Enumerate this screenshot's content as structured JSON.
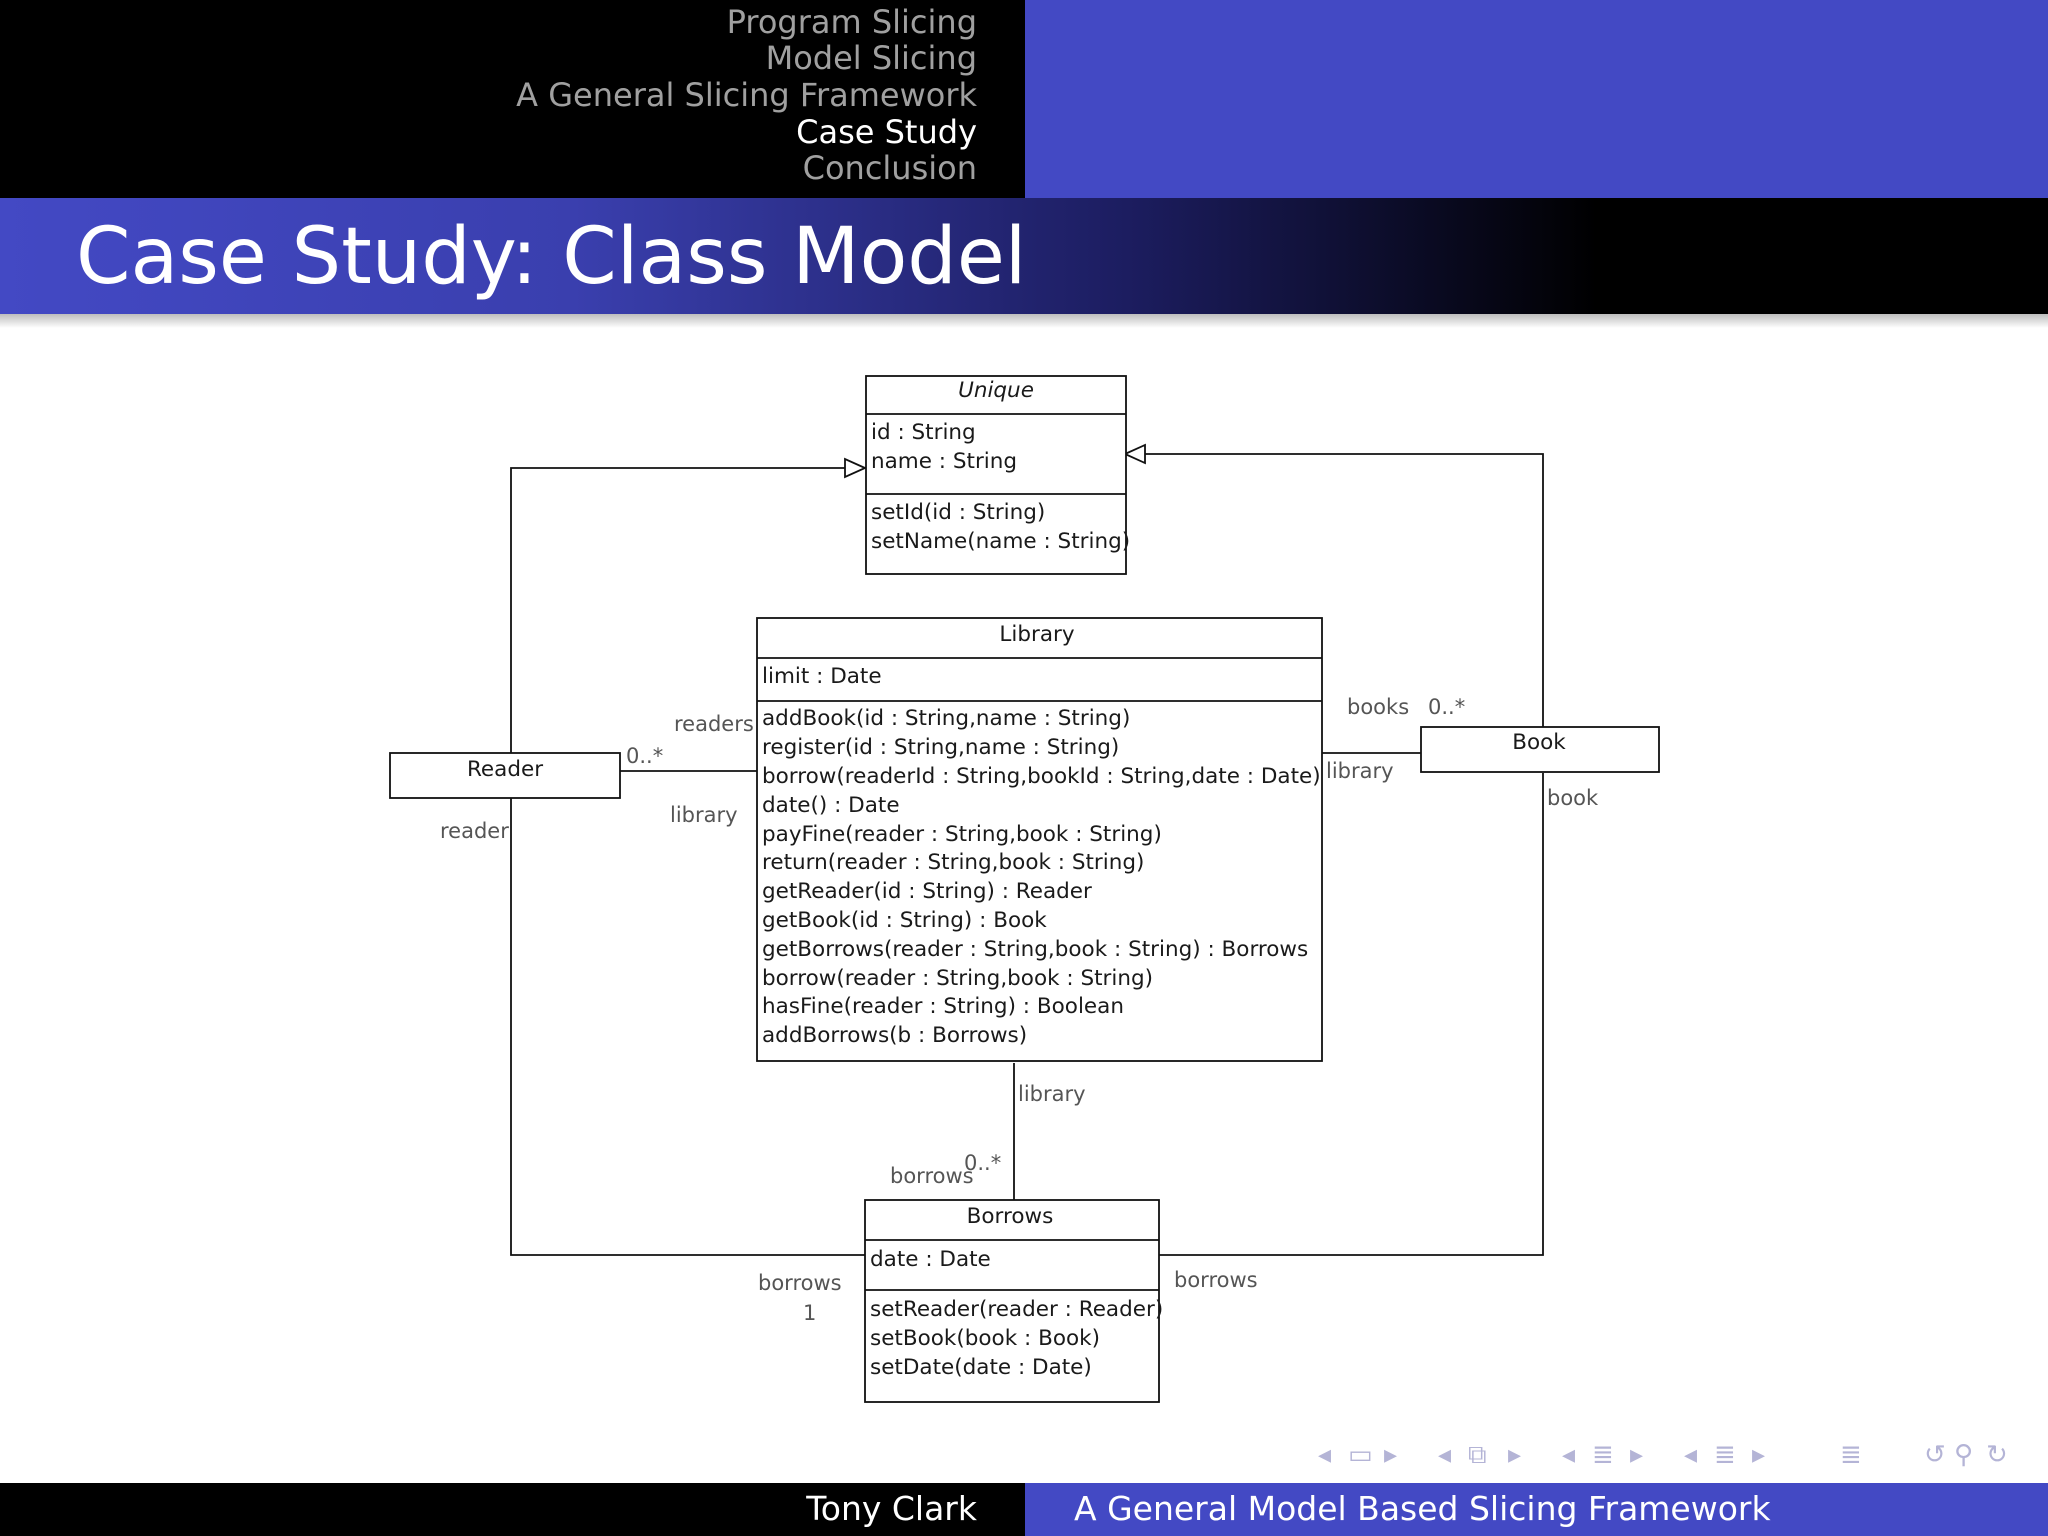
{
  "nav": {
    "sections": [
      "Program Slicing",
      "Model Slicing",
      "A General Slicing Framework",
      "Case Study",
      "Conclusion"
    ],
    "active_index": 3
  },
  "slide": {
    "title": "Case Study:  Class Model"
  },
  "diagram": {
    "classes": {
      "unique": {
        "name": "Unique",
        "attributes": [
          "id : String",
          "name : String"
        ],
        "operations": [
          "setId(id : String)",
          "setName(name : String)"
        ]
      },
      "library": {
        "name": "Library",
        "attributes": [
          "limit : Date"
        ],
        "operations": [
          "addBook(id : String,name : String)",
          "register(id : String,name : String)",
          "borrow(readerId : String,bookId : String,date : Date)",
          "date() : Date",
          "payFine(reader : String,book : String)",
          "return(reader : String,book : String)",
          "getReader(id : String) : Reader",
          "getBook(id : String) : Book",
          "getBorrows(reader : String,book : String) : Borrows",
          "borrow(reader : String,book : String)",
          "hasFine(reader : String) : Boolean",
          "addBorrows(b : Borrows)"
        ]
      },
      "reader": {
        "name": "Reader"
      },
      "book": {
        "name": "Book"
      },
      "borrows": {
        "name": "Borrows",
        "attributes": [
          "date : Date"
        ],
        "operations": [
          "setReader(reader : Reader)",
          "setBook(book : Book)",
          "setDate(date : Date)"
        ]
      }
    },
    "labels": {
      "readers": "readers",
      "readers_mult": "0..*",
      "reader_library": "library",
      "reader_role": "reader",
      "books": "books",
      "books_mult": "0..*",
      "book_library": "library",
      "book_role": "book",
      "lib_library": "library",
      "lib_borrows": "borrows",
      "lib_borrows_mult": "0..*",
      "reader_borrows": "borrows",
      "reader_borrows_mult": "1",
      "book_borrows": "borrows"
    }
  },
  "controls": {
    "icons": [
      "nav-left-icon",
      "frame-icon",
      "nav-right-icon",
      "nav-left-icon",
      "subsection-icon",
      "nav-right-icon",
      "nav-left-icon",
      "section-icon",
      "nav-right-icon",
      "nav-left-icon",
      "section-icon",
      "nav-right-icon",
      "outline-icon",
      "back-icon",
      "search-icon",
      "forward-icon"
    ]
  },
  "footer": {
    "author": "Tony Clark",
    "title": "A General Model Based Slicing Framework"
  },
  "colors": {
    "accent": "#4349c4",
    "dark": "#000000"
  }
}
